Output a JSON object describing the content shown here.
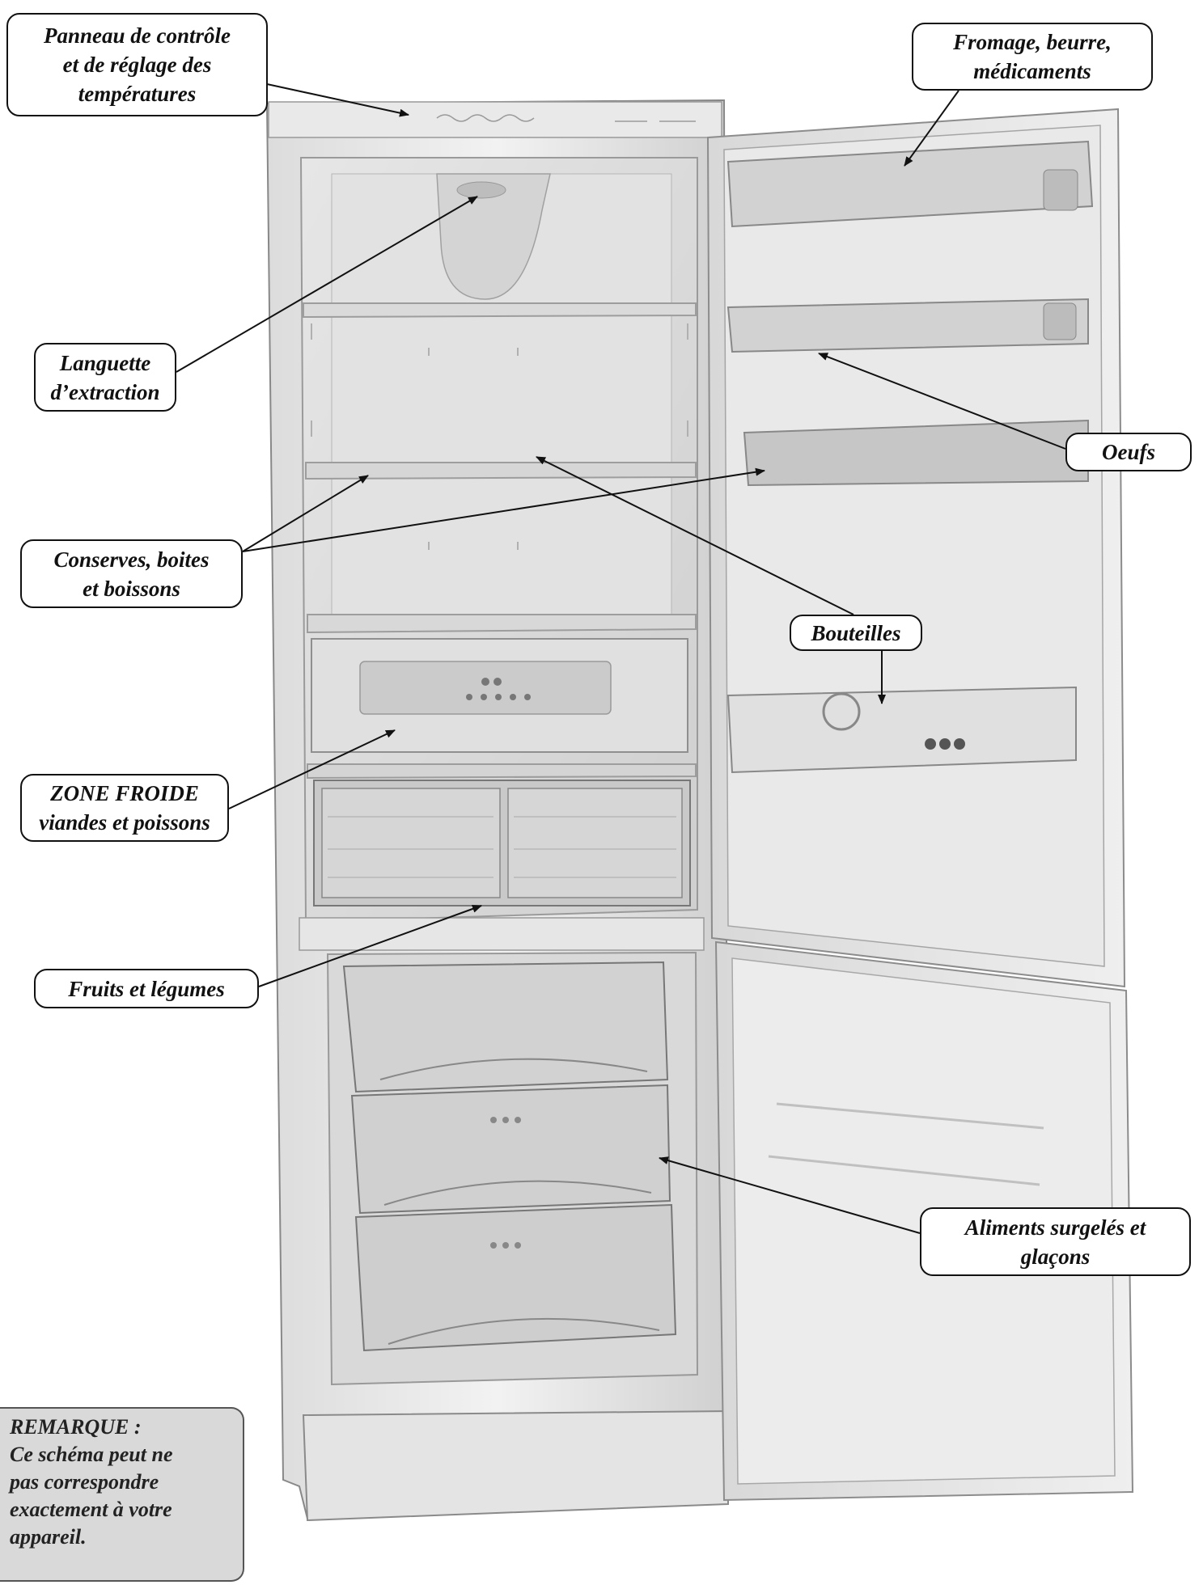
{
  "labels": {
    "panneau": [
      "Panneau de contrôle",
      "et de réglage des",
      "températures"
    ],
    "fromage": [
      "Fromage, beurre,",
      "médicaments"
    ],
    "languette": [
      "Languette",
      "d’extraction"
    ],
    "oeufs": [
      "Oeufs"
    ],
    "conserves": [
      "Conserves, boites",
      "et boissons"
    ],
    "bouteilles": [
      "Bouteilles"
    ],
    "zone_froide": [
      "ZONE FROIDE",
      "viandes et poissons"
    ],
    "fruits": [
      "Fruits et légumes"
    ],
    "surgeles": [
      "Aliments surgelés et",
      "glaçons"
    ]
  },
  "note": [
    "REMARQUE :",
    "Ce schéma peut ne",
    "pas correspondre",
    "exactement à votre",
    "appareil."
  ]
}
